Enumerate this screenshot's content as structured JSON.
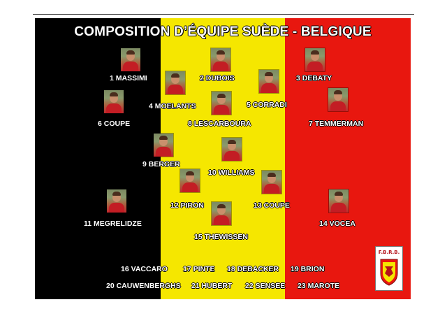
{
  "title": "COMPOSITION D’ÉQUIPE SUÈDE - BELGIQUE",
  "colors": {
    "black": "#000000",
    "yellow": "#f5e700",
    "red": "#e8170f"
  },
  "players": [
    {
      "id": "massimi",
      "name": "1 MASSIMI"
    },
    {
      "id": "dubois",
      "name": "2 DUBOIS"
    },
    {
      "id": "debaty",
      "name": "3 DEBATY"
    },
    {
      "id": "moelants",
      "name": "4 MOELANTS"
    },
    {
      "id": "corradi",
      "name": "5 CORRADI"
    },
    {
      "id": "coupe6",
      "name": "6 COUPE"
    },
    {
      "id": "temmerman",
      "name": "7 TEMMERMAN"
    },
    {
      "id": "lescarboura",
      "name": "8 LESCARBOURA"
    },
    {
      "id": "berger",
      "name": "9 BERGER"
    },
    {
      "id": "williams",
      "name": "10 WILLIAMS"
    },
    {
      "id": "megrelidze",
      "name": "11 MEGRELIDZE"
    },
    {
      "id": "piron",
      "name": "12 PIRON"
    },
    {
      "id": "coupe13",
      "name": "13 COUPE"
    },
    {
      "id": "vocea",
      "name": "14 VOCEA"
    },
    {
      "id": "thewissen",
      "name": "15 THEWISSEN"
    }
  ],
  "substitutes": [
    "16 VACCARO",
    "17 PINTE",
    "18 DEBACKER",
    "19 BRION",
    "20 CAUWENBERGHS",
    "21 HUBERT",
    "22 SENSEE",
    "23 MAROTE"
  ],
  "logo": {
    "text": "F.B.R.B."
  }
}
